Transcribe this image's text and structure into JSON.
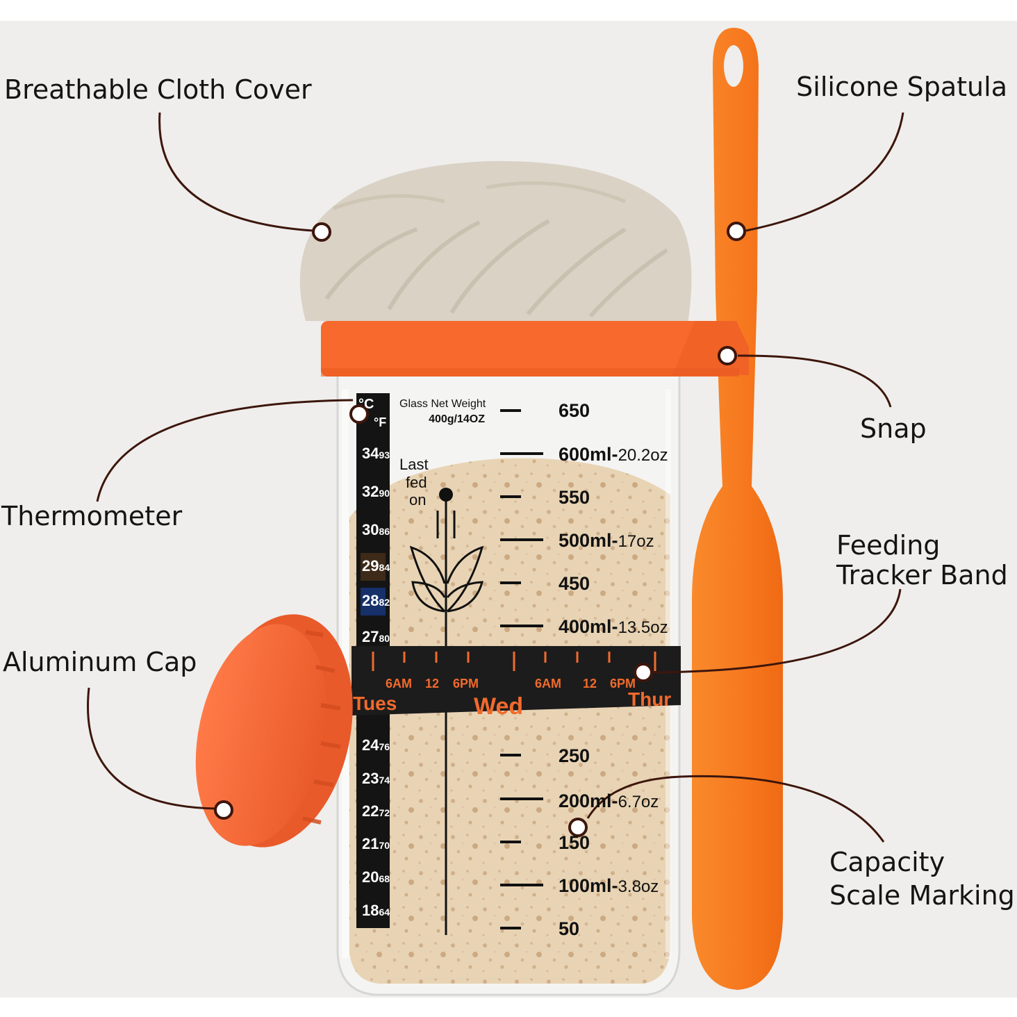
{
  "colors": {
    "background": "#efeeec",
    "accent_orange": "#f7692c",
    "leader_line": "#3d160c",
    "jar_glass": "#f3f3f2",
    "starter": "#e7d2b2",
    "cloth": "#d9d1c4",
    "band": "#1c1c1c",
    "band_text": "#f26a2c"
  },
  "callouts": {
    "cloth_cover": "Breathable Cloth Cover",
    "spatula": "Silicone Spatula",
    "snap": "Snap",
    "thermometer": "Thermometer",
    "feeding_band_line1": "Feeding",
    "feeding_band_line2": "Tracker Band",
    "cap": "Aluminum Cap",
    "capacity_line1": "Capacity",
    "capacity_line2": "Scale Marking"
  },
  "jar": {
    "weight_label": "Glass Net Weight",
    "weight_value": "400g/14OZ",
    "last_fed_1": "Last",
    "last_fed_2": "fed",
    "last_fed_3": "on",
    "scale": {
      "s650": "650",
      "s600": "600ml-",
      "s600oz": "20.2oz",
      "s550": "550",
      "s500": "500ml-",
      "s500oz": "17oz",
      "s450": "450",
      "s400": "400ml-",
      "s400oz": "13.5oz",
      "s250": "250",
      "s200": "200ml-",
      "s200oz": "6.7oz",
      "s150": "150",
      "s100": "100ml-",
      "s100oz": "3.8oz",
      "s50": "50"
    },
    "thermometer": {
      "c_unit": "°C",
      "f_unit": "°F",
      "r34": "34",
      "r34f": "93",
      "r32": "32",
      "r32f": "90",
      "r30": "30",
      "r30f": "86",
      "r29": "29",
      "r29f": "84",
      "r28": "28",
      "r28f": "82",
      "r27": "27",
      "r27f": "80",
      "r24": "24",
      "r24f": "76",
      "r23": "23",
      "r23f": "74",
      "r22": "22",
      "r22f": "72",
      "r21": "21",
      "r21f": "70",
      "r20": "20",
      "r20f": "68",
      "r18": "18",
      "r18f": "64"
    },
    "band": {
      "t1": "6AM",
      "t2": "12",
      "t3": "6PM",
      "t4": "6AM",
      "t5": "12",
      "t6": "6PM",
      "d1": "Tues",
      "d2": "Wed",
      "d3": "Thur"
    }
  }
}
